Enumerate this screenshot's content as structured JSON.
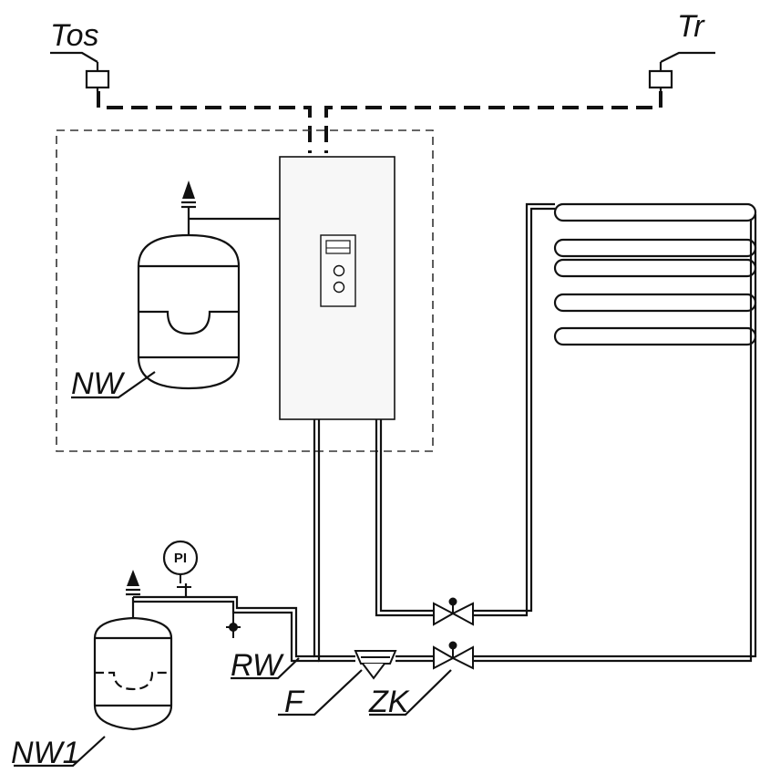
{
  "labels": {
    "tos": "Tos",
    "tr": "Tr",
    "nw": "NW",
    "nw1": "NW1",
    "rw": "RW",
    "f": "F",
    "zk": "ZK",
    "pi": "PI"
  },
  "colors": {
    "line": "#111111",
    "boiler_fill": "#f7f7f7",
    "background": "#ffffff"
  }
}
